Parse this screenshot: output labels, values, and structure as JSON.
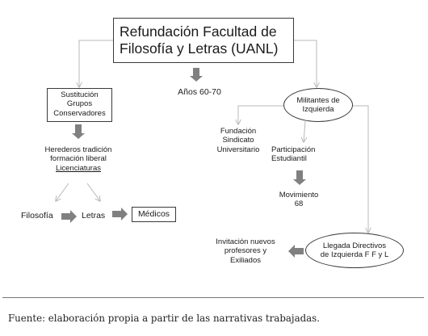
{
  "diagram": {
    "title": {
      "line1": "Refundación Facultad de",
      "line2": "Filosofía y Letras (UANL)"
    },
    "years": "Años 60-70",
    "sustitucion": {
      "line1": "Sustitución",
      "line2": "Grupos",
      "line3": "Conservadores"
    },
    "herederos": {
      "line1": "Herederos tradición",
      "line2": "formación liberal",
      "line3": "Licenciaturas"
    },
    "filosofia": "Filosofía",
    "letras": "Letras",
    "medicos": "Médicos",
    "militantes": {
      "line1": "Militantes de",
      "line2": "Izquierda"
    },
    "fundacion": {
      "line1": "Fundación",
      "line2": "Sindicato",
      "line3": "Universitario"
    },
    "participacion": {
      "line1": "Participación",
      "line2": "Estudiantil"
    },
    "movimiento": {
      "line1": "Movimiento",
      "line2": "68"
    },
    "llegada": {
      "line1": "Llegada Directivos",
      "line2": "de Izquierda F F y L"
    },
    "invitacion": {
      "line1": "Invitación nuevos",
      "line2": "profesores y",
      "line3": "Exiliados"
    }
  },
  "caption": "Fuente: elaboración propia a partir de las narrativas trabajadas.",
  "colors": {
    "connector": "#b8b8b8",
    "block_arrow": "#808080",
    "border": "#3a3a3a"
  }
}
